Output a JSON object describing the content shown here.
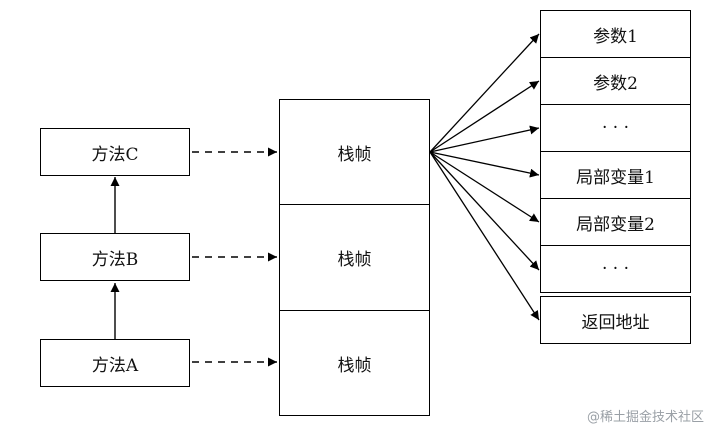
{
  "methods": [
    {
      "id": "c",
      "label": "方法C"
    },
    {
      "id": "b",
      "label": "方法B"
    },
    {
      "id": "a",
      "label": "方法A"
    }
  ],
  "frames": [
    {
      "label": "栈帧"
    },
    {
      "label": "栈帧"
    },
    {
      "label": "栈帧"
    }
  ],
  "frame_contents": [
    {
      "label": "参数1"
    },
    {
      "label": "参数2"
    },
    {
      "label": "· · ·"
    },
    {
      "label": "局部变量1"
    },
    {
      "label": "局部变量2"
    },
    {
      "label": "· · ·"
    },
    {
      "label": "返回地址"
    }
  ],
  "watermark": "@稀土掘金技术社区"
}
